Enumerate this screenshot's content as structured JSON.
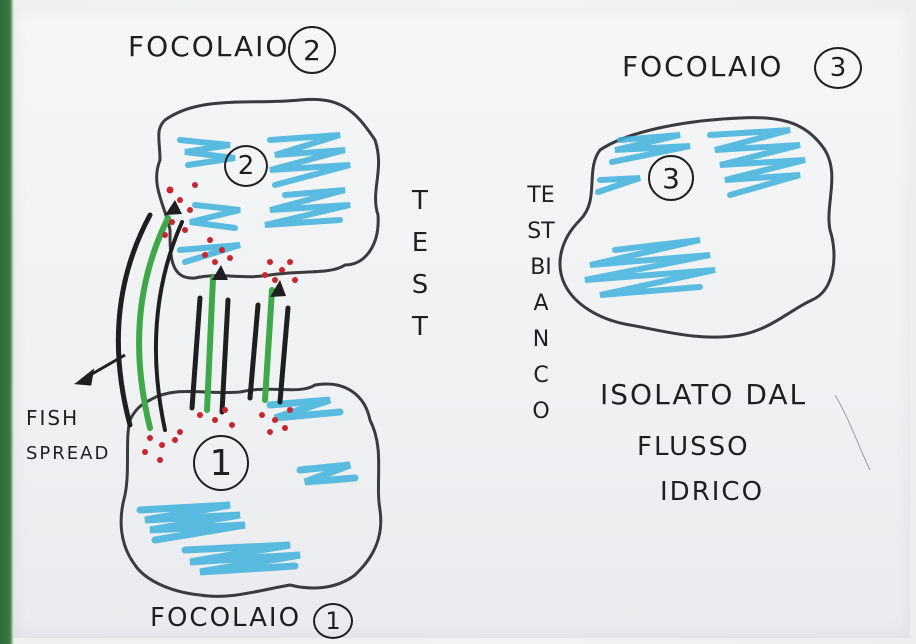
{
  "photo_description_free": true,
  "labels": {
    "focolaio_2_title": "FOCOLAIO",
    "focolaio_2_num": "2",
    "focolaio_3_title": "FOCOLAIO",
    "focolaio_3_num": "3",
    "focolaio_1_title": "FOCOLAIO",
    "focolaio_1_num": "1",
    "pool_2_num": "2",
    "pool_3_num": "3",
    "pool_1_num": "1",
    "test_vertical": "TEST",
    "test_bianco_vertical": "TESTBIANCO",
    "fish_spread_line1": "FISH",
    "fish_spread_line2": "SPREAD",
    "isolato_line1": "ISOLATO DAL",
    "isolato_line2": "FLUSSO",
    "isolato_line3": "IDRICO"
  },
  "colors": {
    "water_blue": "#3fb2dd",
    "ink": "#1f1f22",
    "fish_red": "#c8262d",
    "corridor_green": "#3ea84b",
    "tape_green": "#2f6b3a"
  }
}
